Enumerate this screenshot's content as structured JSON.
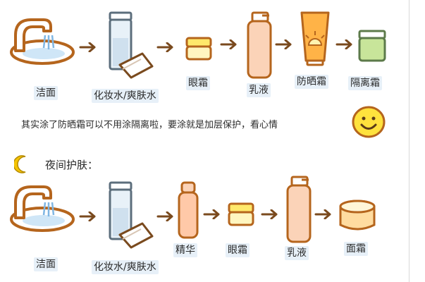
{
  "day": {
    "steps": [
      {
        "label": "洁面",
        "icon": "faucet-basin-icon"
      },
      {
        "label": "化妆水/爽肤水",
        "icon": "toner-bottle-cotton-icon"
      },
      {
        "label": "眼霜",
        "icon": "eye-cream-jar-icon"
      },
      {
        "label": "乳液",
        "icon": "lotion-pump-bottle-icon"
      },
      {
        "label": "防晒霜",
        "icon": "sunscreen-tube-icon"
      },
      {
        "label": "隔离霜",
        "icon": "primer-jar-icon"
      }
    ],
    "note": "其实涂了防晒霜可以不用涂隔离啦，要涂就是加层保护，看心情"
  },
  "night": {
    "title": "夜间护肤：",
    "steps": [
      {
        "label": "洁面",
        "icon": "faucet-basin-icon"
      },
      {
        "label": "化妆水/爽肤水",
        "icon": "toner-bottle-cotton-icon"
      },
      {
        "label": "精华",
        "icon": "essence-bottle-icon"
      },
      {
        "label": "眼霜",
        "icon": "eye-cream-jar-icon"
      },
      {
        "label": "乳液",
        "icon": "lotion-pump-bottle-icon"
      },
      {
        "label": "面霜",
        "icon": "face-cream-jar-icon"
      }
    ]
  },
  "colors": {
    "outline": "#b5651d",
    "cream_yellow": "#ffe96b",
    "skin": "#fbd3b8",
    "orange": "#ffb347",
    "green": "#c8e59a",
    "smiley": "#ffe23d",
    "moon": "#f5c400"
  }
}
